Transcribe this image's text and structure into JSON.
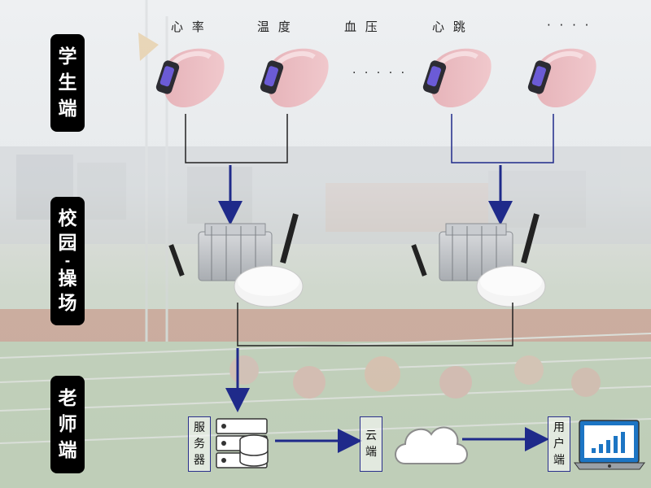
{
  "sections": {
    "student": [
      "学",
      "生",
      "端"
    ],
    "campus": [
      "校",
      "园",
      "-",
      "操",
      "场"
    ],
    "teacher": [
      "老",
      "师",
      "端"
    ]
  },
  "sensors": {
    "heart_rate": "心 率",
    "temperature": "温 度",
    "blood_pressure": "血 压",
    "heartbeat": "心 跳",
    "more": "· · · · ·",
    "ellipsis": "· · · ·"
  },
  "server_label": [
    "服",
    "务",
    "器"
  ],
  "cloud_label": [
    "云",
    "端"
  ],
  "user_label": [
    "用",
    "户",
    "端"
  ],
  "colors": {
    "label_bg": "#000000",
    "arrow": "#1f2a8a",
    "band_pink": "#e9b7bd"
  }
}
